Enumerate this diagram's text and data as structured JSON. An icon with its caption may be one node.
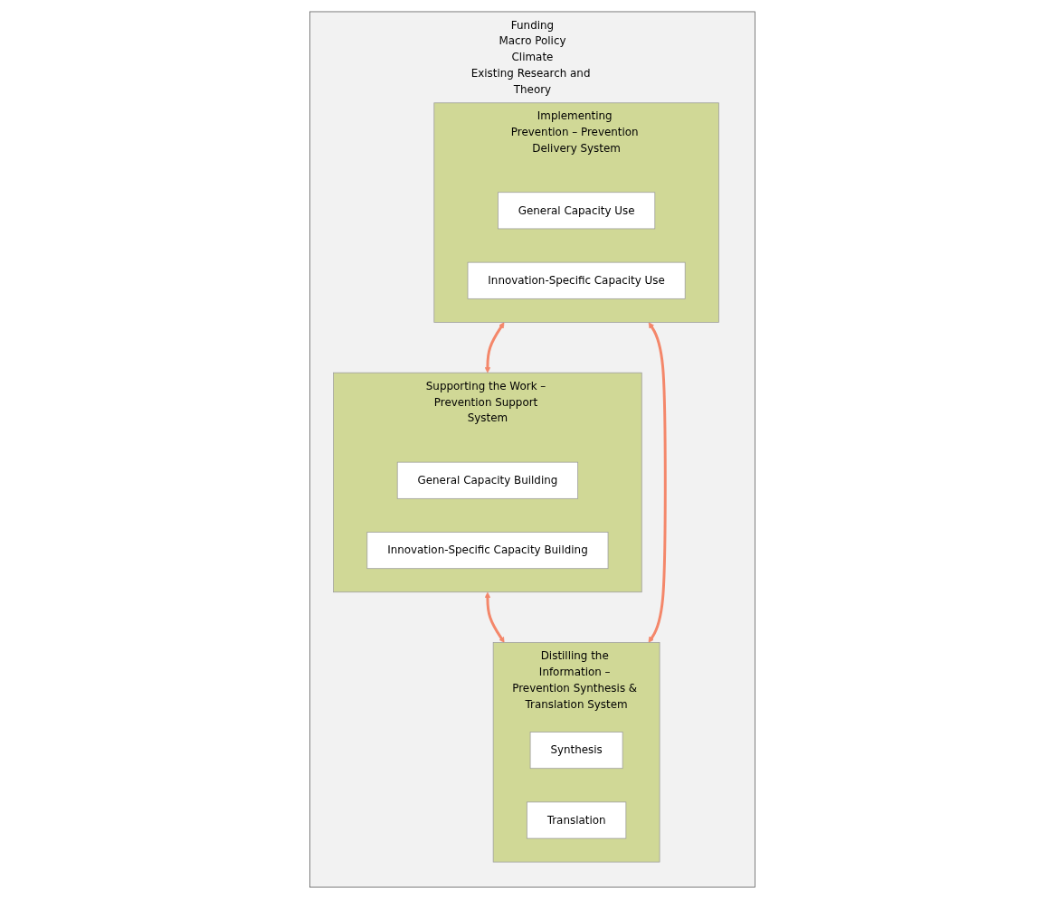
{
  "diagram": {
    "nodes": [
      {
        "text": [
          "Funding",
          "Macro Policy",
          "Climate",
          "Existing Research and Theory"
        ]
      },
      {
        "text": [
          "Implementing Prevention – Prevention Delivery System"
        ],
        "in": 0
      },
      {
        "text": [
          "General Capacity Use"
        ],
        "in": 1
      },
      {
        "text": [
          "Innovation-Specific Capacity Use"
        ],
        "in": 1
      },
      {
        "text": [
          "Supporting the Work – Prevention Support System"
        ],
        "in": 0
      },
      {
        "text": [
          "General Capacity Building"
        ],
        "in": 4
      },
      {
        "text": [
          "Innovation-Specific Capacity Building"
        ],
        "in": 4
      },
      {
        "text": [
          "Distilling the Information – Prevention Synthesis & Translation System"
        ],
        "in": 0
      },
      {
        "text": [
          "Synthesis"
        ],
        "in": 7
      },
      {
        "text": [
          "Translation"
        ],
        "in": 7
      }
    ],
    "edges": [
      {
        "from": 1,
        "to": 4,
        "arrow": "both"
      },
      {
        "from": 4,
        "to": 7,
        "arrow": "both"
      },
      {
        "from": 1,
        "to": 7,
        "arrow": "both"
      }
    ]
  }
}
